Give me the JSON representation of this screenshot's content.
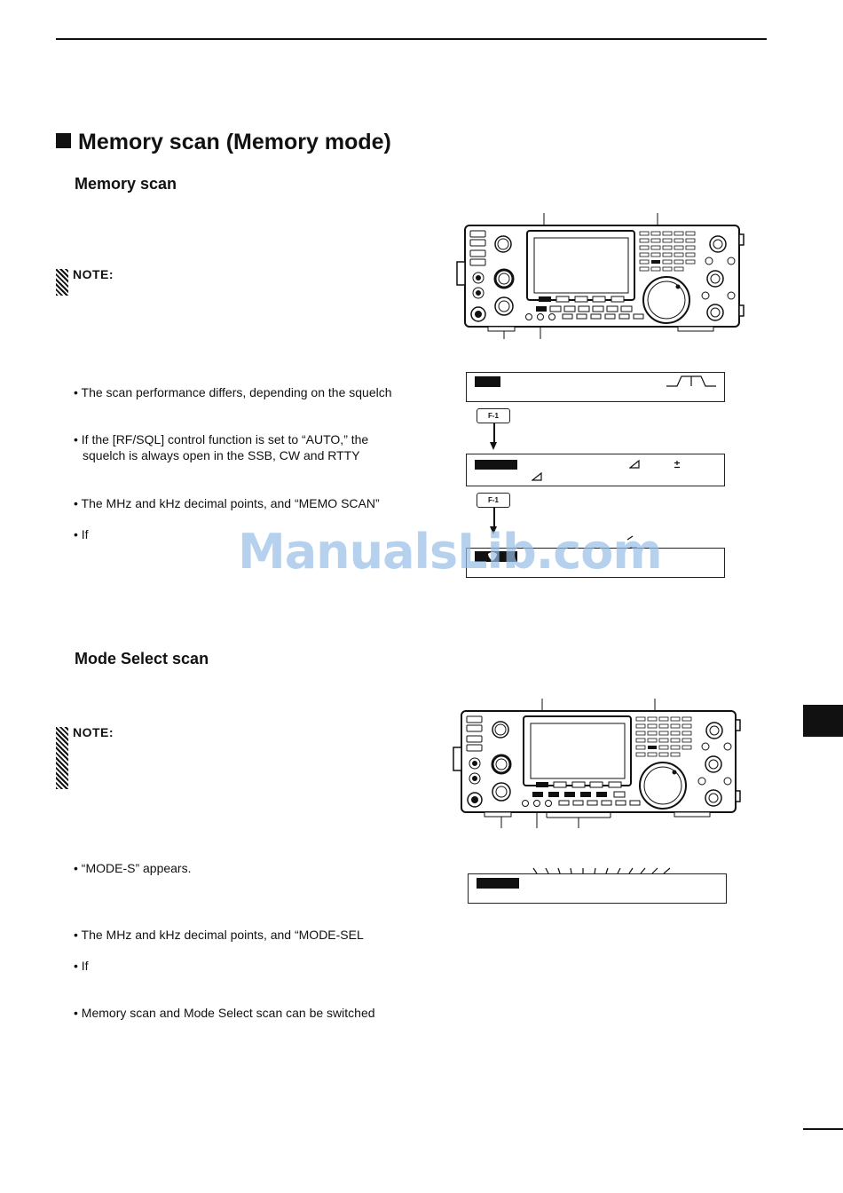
{
  "section": {
    "title": "Memory scan (Memory mode)"
  },
  "memory_scan": {
    "heading": "Memory scan",
    "note_label": "NOTE:",
    "bullets": [
      "• The scan performance differs, depending on the squelch",
      "• If the [RF/SQL] control function is set to “AUTO,” the",
      "squelch is always open in the SSB, CW and RTTY",
      "• The MHz and kHz decimal points, and “MEMO SCAN”",
      "• If"
    ],
    "key_label_1": "F-1",
    "key_label_2": "F-1"
  },
  "mode_select_scan": {
    "heading": "Mode Select scan",
    "note_label": "NOTE:",
    "bullets": [
      "• “MODE-S” appears.",
      "• The MHz and kHz decimal points, and “MODE-SEL",
      "• If",
      "• Memory scan and Mode Select scan can be switched"
    ]
  },
  "watermark": "ManualsLib.com"
}
